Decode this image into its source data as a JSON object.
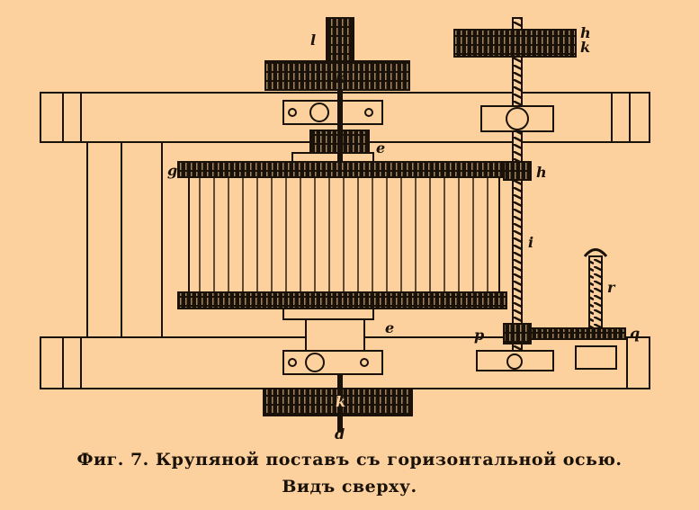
{
  "figure": {
    "labels": {
      "l": "l",
      "k_top_gear": "k",
      "h_top_right_1": "h",
      "h_top_right_2": "k",
      "e_top": "e",
      "g": "g",
      "h_collar": "h",
      "i": "i",
      "r": "r",
      "p": "p",
      "q": "q",
      "e_bottom": "e",
      "k_bottom": "k",
      "d": "d"
    },
    "colors": {
      "background": "#fcd19d",
      "ink": "#1a1208"
    }
  },
  "caption": {
    "line1": "Фиг. 7. Крупяной поставъ съ горизонтальной осью.",
    "line2": "Видъ сверху."
  }
}
